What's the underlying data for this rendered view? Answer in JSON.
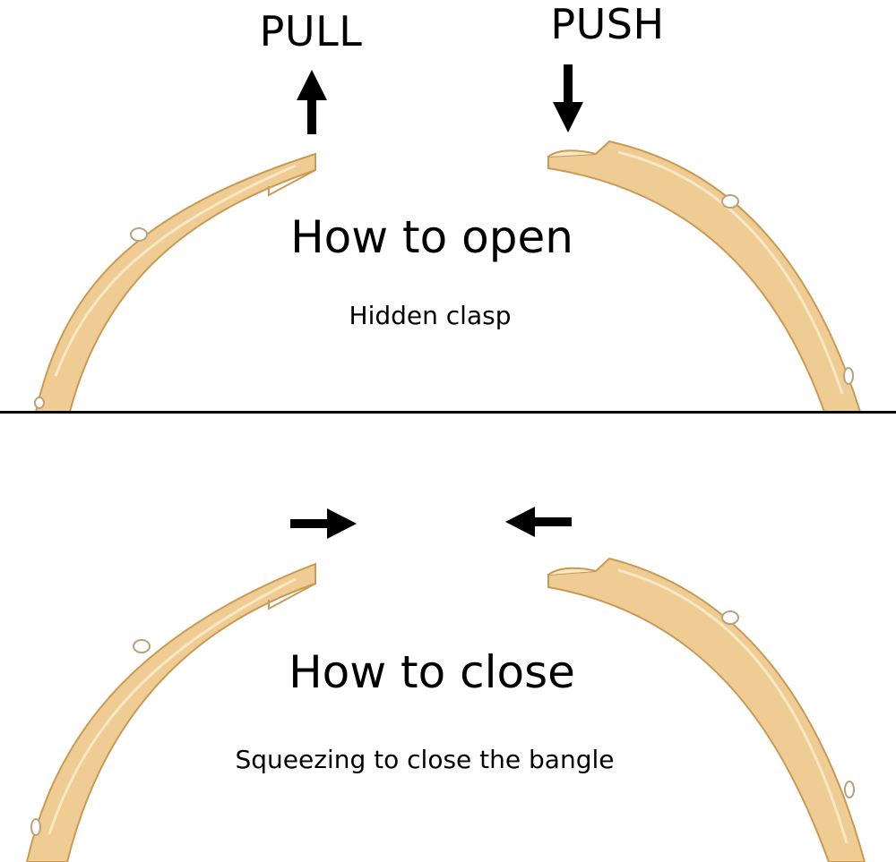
{
  "open_panel": {
    "pull_label": "PULL",
    "push_label": "PUSH",
    "title": "How to open",
    "subtitle": "Hidden clasp"
  },
  "close_panel": {
    "title": "How to close",
    "subtitle": "Squeezing to close the bangle"
  },
  "colors": {
    "gold": "#f0cc95",
    "gold_shade": "#d8ad6c",
    "gold_light": "#fbe7c4",
    "divider": "#000000",
    "arrow": "#000000"
  }
}
